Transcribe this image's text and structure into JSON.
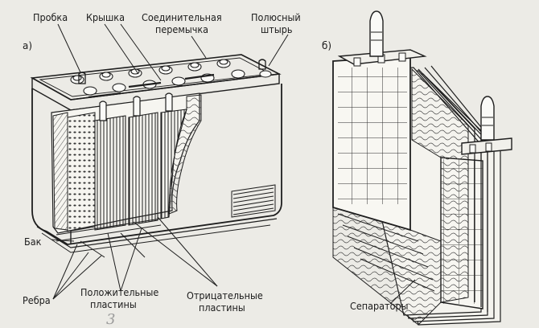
{
  "labels": {
    "probka": "Пробка",
    "kryshka": "Крышка",
    "soed_1": "Соединительная",
    "soed_2": "перемычка",
    "polus_1": "Полюсный",
    "polus_2": "штырь",
    "panel_a": "а)",
    "panel_b": "б)",
    "bak": "Бак",
    "rebra": "Ребра",
    "pos_1": "Положительные",
    "pos_2": "пластины",
    "neg_1": "Отрицательные",
    "neg_2": "пластины",
    "separatory": "Сепараторы",
    "handwritten": "3"
  },
  "colors": {
    "paper": "#ecebe6",
    "ink": "#1e1e1e"
  }
}
